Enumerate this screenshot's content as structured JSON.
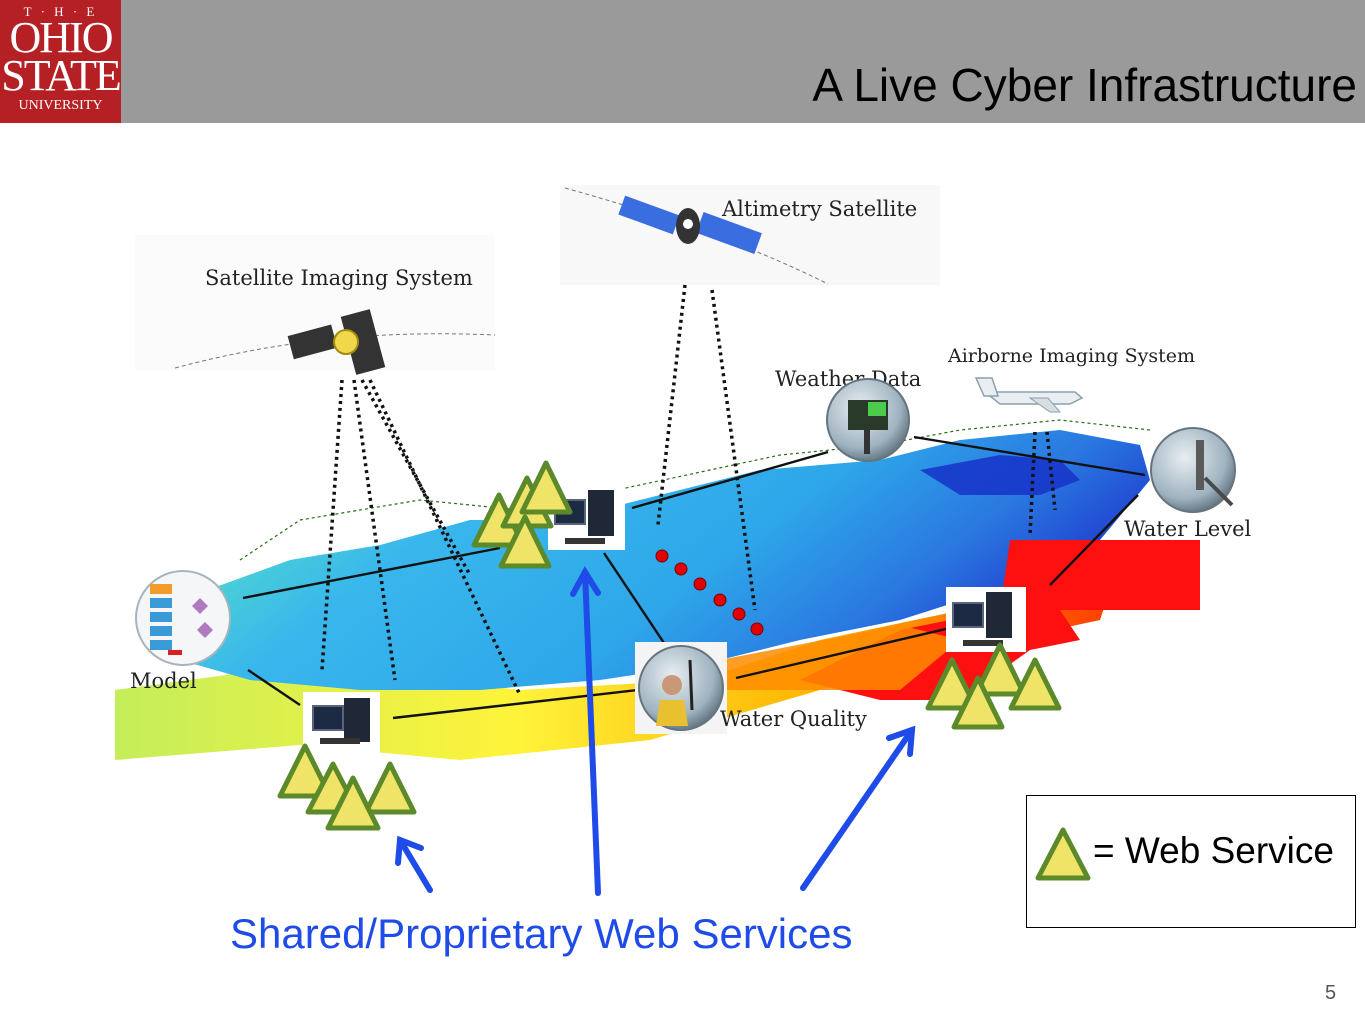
{
  "slide": {
    "title": "A Live Cyber Infrastructure",
    "page_number": "5",
    "caption": "Shared/Proprietary Web Services"
  },
  "logo": {
    "line1": "T · H · E",
    "line2": "OHIO",
    "line3": "STATE",
    "line4": "UNIVERSITY"
  },
  "diagram": {
    "labels": {
      "satellite_imaging": "Satellite Imaging System",
      "altimetry_satellite": "Altimetry Satellite",
      "airborne_imaging": "Airborne Imaging System",
      "weather_data": "Weather Data",
      "water_level": "Water Level",
      "water_quality": "Water Quality",
      "model": "Model"
    }
  },
  "legend": {
    "text": "= Web Service",
    "icon": "web-service-triangle-icon"
  },
  "colors": {
    "logo_red": "#b52025",
    "header_gray": "#9a9a9a",
    "arrow_blue": "#1f4be8",
    "triangle_fill": "#f0e468",
    "triangle_stroke": "#5c8a2a",
    "dot_red": "#e00000"
  }
}
